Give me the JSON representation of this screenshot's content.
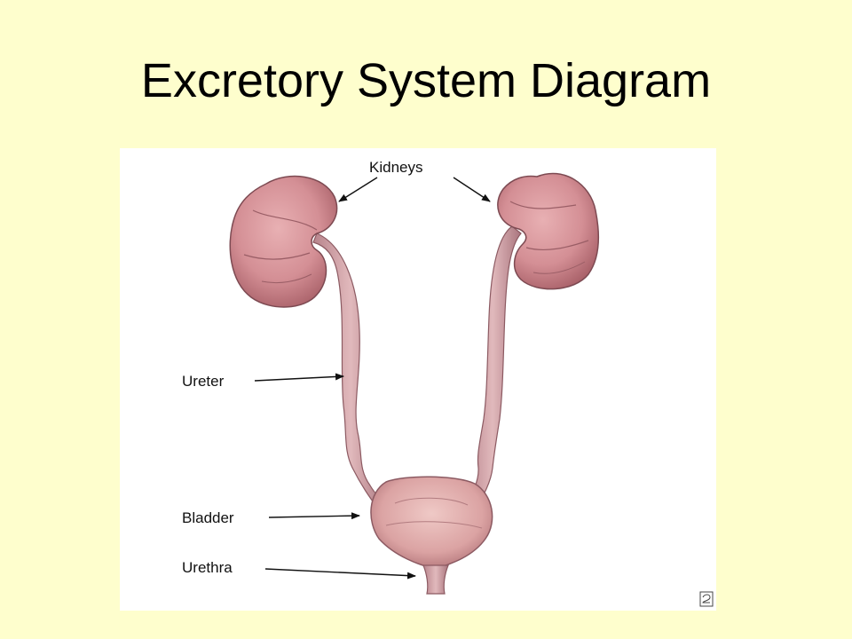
{
  "slide": {
    "title": "Excretory System Diagram"
  },
  "diagram": {
    "labels": {
      "kidneys": "Kidneys",
      "ureter": "Ureter",
      "bladder": "Bladder",
      "urethra": "Urethra"
    }
  },
  "colors": {
    "background": "#fefecd",
    "organ_fill": "#d9959a",
    "organ_shade": "#a8606a",
    "figure_background": "#ffffff"
  }
}
